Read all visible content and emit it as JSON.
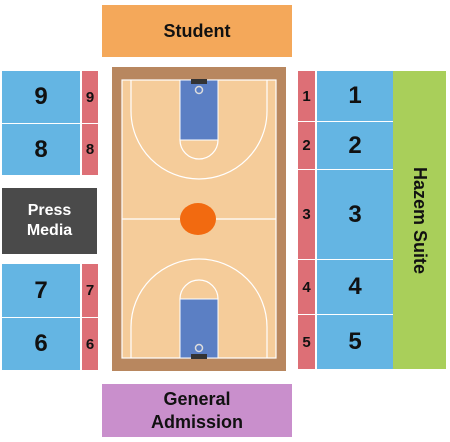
{
  "sections": {
    "student": "Student",
    "general_admission": "General\nAdmission",
    "press_media": "Press\nMedia",
    "hazem_suite": "Hazem Suite",
    "left": [
      {
        "main": "9",
        "strip": "9"
      },
      {
        "main": "8",
        "strip": "8"
      },
      {
        "main": "7",
        "strip": "7"
      },
      {
        "main": "6",
        "strip": "6"
      }
    ],
    "right": [
      {
        "main": "1",
        "strip": "1"
      },
      {
        "main": "2",
        "strip": "2"
      },
      {
        "main": "3",
        "strip": "3"
      },
      {
        "main": "4",
        "strip": "4"
      },
      {
        "main": "5",
        "strip": "5"
      }
    ]
  },
  "colors": {
    "student": "#f4a85a",
    "general_admission": "#c98fcc",
    "press_media": "#4a4a4a",
    "hazem_suite": "#a9cf5a",
    "blue_section": "#64b5e3",
    "red_strip": "#dd6f76",
    "court_border": "#b8875f",
    "court_floor": "#f5cc9a",
    "paint": "#5b7fc4",
    "center_ball": "#f26a10"
  }
}
